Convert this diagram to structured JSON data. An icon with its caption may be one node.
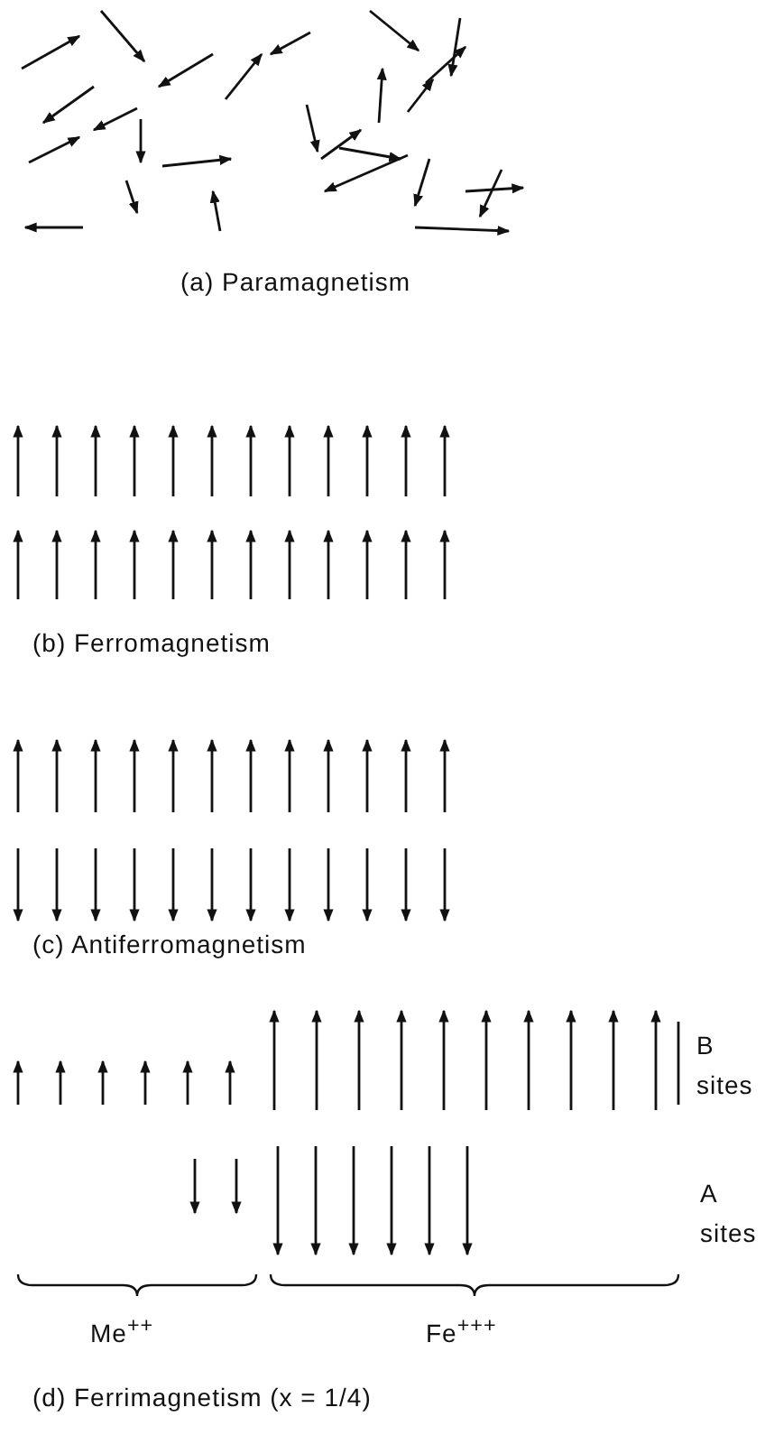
{
  "diagram": {
    "labels": [
      "(a) Paramagnetism",
      "(b) Ferromagnetism",
      "(c) Antiferromagnetism",
      "B sites",
      "A sites",
      "Me$^{++}$",
      "Fe$^{+++}$",
      "(d) Ferrimagnetism (x = 1/4)"
    ]
  }
}
